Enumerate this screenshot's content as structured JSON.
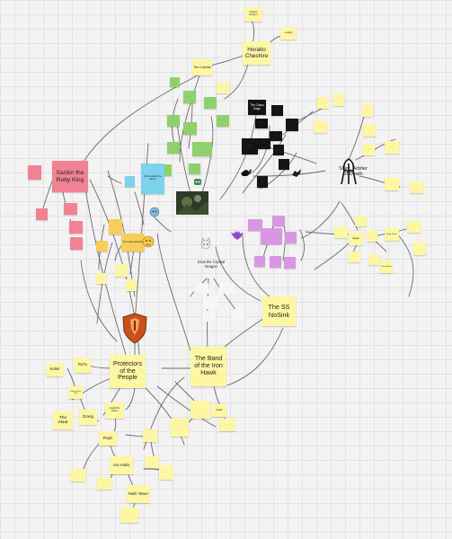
{
  "nodes": {
    "sardor": "Sardor the Ruby King",
    "horatio": "Horatio Cheshire",
    "slarc": "Slarc, Arbiter of Death",
    "eros": "Eros the Crystal Dragon",
    "ss_nosink": "The SS NoSink",
    "protectors": "Protectors of the People",
    "band": "The Band of the Iron Hawk",
    "kolek": "Kolek",
    "rotu": "RoTu",
    "slaat": "The Slaat",
    "drang": "Drang",
    "pepin": "Pepin",
    "ato_analis": "Ato Analis",
    "raith_tower": "Raith Tower",
    "catcher": "The Catcher",
    "longing": "Longing",
    "shadow": "Shadow Brothers",
    "chaos_siege": "The Chaos Siege",
    "wyvern": "Wyvernwraiths the Shaver",
    "ozle": "Ozlet",
    "jagan": "Jagan",
    "magic": "Magic Ocean",
    "sunset": "Sunset Birds",
    "iodesk": "Iodesk",
    "capital": "Capital of the Land",
    "caught": "Caught the Ireland",
    "dragons": "The Dragon Mountain"
  },
  "colors": {
    "yellow": "#fdf7a3",
    "green": "#8fd16c",
    "black": "#141414",
    "purple": "#d996e3",
    "red": "#f08294",
    "blue": "#7dd2ee",
    "orange": "#f7ce5b",
    "shield": "#c8501c"
  },
  "icons": [
    "shield-icon",
    "dragon-icon",
    "skull-icon",
    "cat-face-icon",
    "bat-icon",
    "tiger-icon",
    "crow-icon",
    "robot-icon",
    "lion-icon",
    "photo-icon"
  ]
}
